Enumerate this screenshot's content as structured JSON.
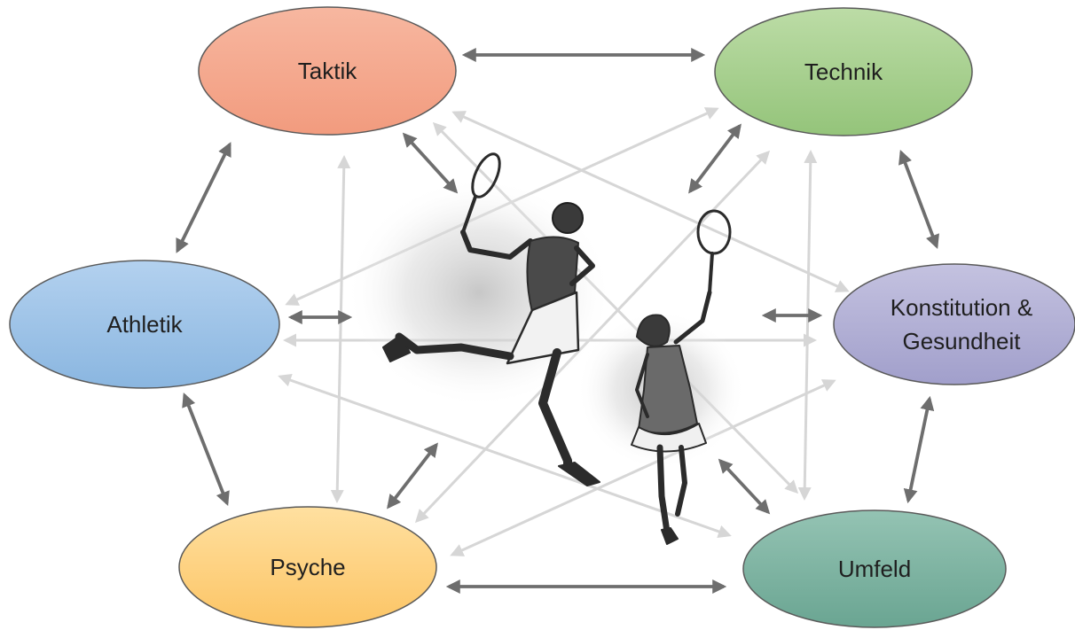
{
  "nodes": {
    "taktik": {
      "label": "Taktik",
      "fill": "#f4a58a"
    },
    "technik": {
      "label": "Technik",
      "fill": "#a9d18e"
    },
    "athletik": {
      "label": "Athletik",
      "fill": "#9dc3e6"
    },
    "konstitution": {
      "label_line1": "Konstitution &",
      "label_line2": "Gesundheit",
      "fill": "#b4b2d6"
    },
    "psyche": {
      "label": "Psyche",
      "fill": "#ffd280"
    },
    "umfeld": {
      "label": "Umfeld",
      "fill": "#7fb5a5"
    }
  },
  "colors": {
    "primary_arrow": "#6e6e6e",
    "secondary_arrow": "#d6d6d6",
    "ellipse_border": "#5a5a5a"
  },
  "center_illustration": {
    "icon": "tennis-players-sketch"
  }
}
